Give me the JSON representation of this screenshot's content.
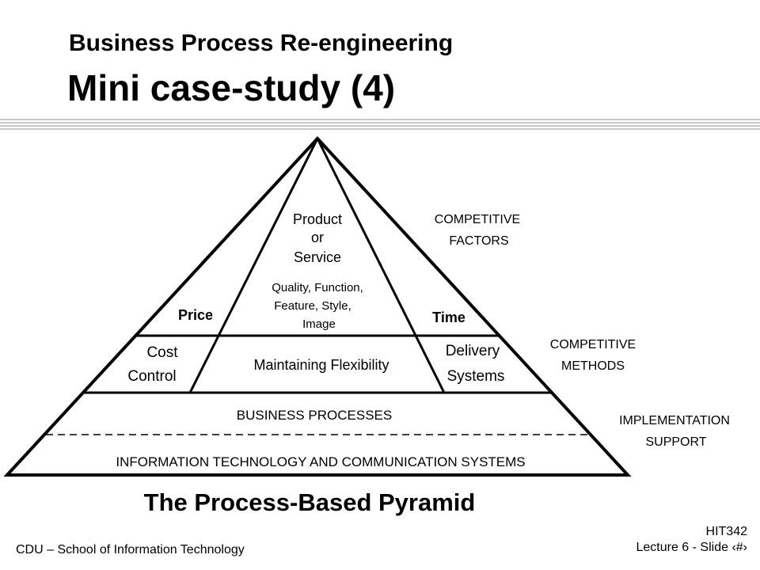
{
  "slide": {
    "title_line1": "Business Process Re-engineering",
    "title_line2": "Mini case-study (4)"
  },
  "pyramid": {
    "apex": {
      "line1": "Product",
      "line2": "or",
      "line3": "Service",
      "details1": "Quality, Function,",
      "details2": "Feature, Style,",
      "details3": "Image"
    },
    "left_top": "Price",
    "right_top": "Time",
    "left_mid1": "Cost",
    "left_mid2": "Control",
    "center_mid": "Maintaining Flexibility",
    "right_mid1": "Delivery",
    "right_mid2": "Systems",
    "business_processes": "BUSINESS PROCESSES",
    "it_systems": "INFORMATION TECHNOLOGY AND COMMUNICATION SYSTEMS",
    "caption": "The Process-Based Pyramid"
  },
  "side_labels": {
    "factors1": "COMPETITIVE",
    "factors2": "FACTORS",
    "methods1": "COMPETITIVE",
    "methods2": "METHODS",
    "support1": "IMPLEMENTATION",
    "support2": "SUPPORT"
  },
  "footer": {
    "left": "CDU – School of Information Technology",
    "right_line1": "HIT342",
    "right_line2": "Lecture 6 - Slide ‹#›"
  }
}
